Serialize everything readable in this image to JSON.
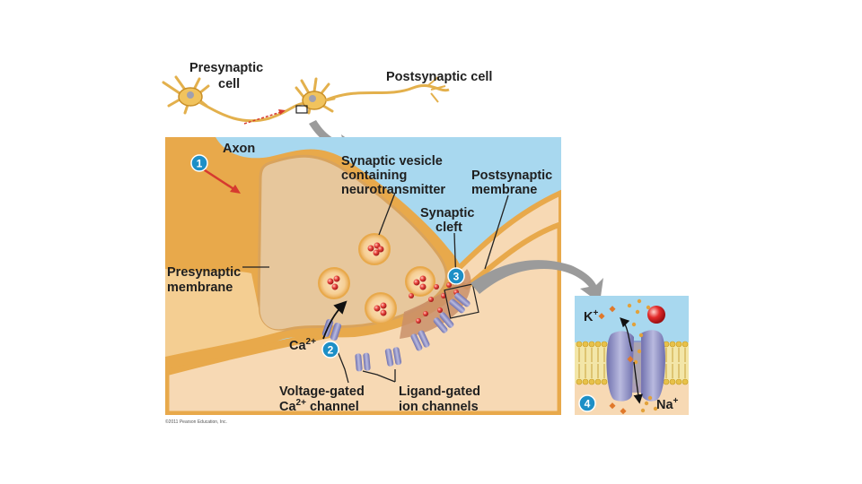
{
  "labels": {
    "presynaptic_cell": [
      "Presynaptic",
      "cell"
    ],
    "postsynaptic_cell": "Postsynaptic cell",
    "axon": "Axon",
    "synaptic_vesicle": [
      "Synaptic vesicle",
      "containing",
      "neurotransmitter"
    ],
    "postsynaptic_membrane": [
      "Postsynaptic",
      "membrane"
    ],
    "synaptic_cleft": [
      "Synaptic",
      "cleft"
    ],
    "presynaptic_membrane": [
      "Presynaptic",
      "membrane"
    ],
    "ca_ion": {
      "base": "Ca",
      "sup": "2+"
    },
    "voltage_gated": {
      "line1": "Voltage-gated",
      "line2_base": "Ca",
      "line2_sup": "2+",
      "line2_rest": " channel"
    },
    "ligand_gated": [
      "Ligand-gated",
      "ion channels"
    ],
    "k_ion": {
      "base": "K",
      "sup": "+"
    },
    "na_ion": {
      "base": "Na",
      "sup": "+"
    },
    "copyright": "©2011 Pearson Education, Inc."
  },
  "steps": [
    "1",
    "2",
    "3",
    "4"
  ],
  "colors": {
    "extracellular": "#a8d8ef",
    "cytoplasm": "#f7d9b4",
    "neuron_membrane": "#e8a94b",
    "terminal_interior": "#e7c79c",
    "vesicle": "#f4cf8c",
    "neurotransmitter": "#e0403a",
    "channel": "#8e8fc7",
    "step_badge": "#1d8fc6",
    "arrow_red": "#d63a2f",
    "callout_arrow": "#9b9b9b",
    "lipid_head": "#e8c14a"
  },
  "icons": [
    "neuron-icon",
    "callout-arrow-icon",
    "signal-arrow-icon"
  ]
}
